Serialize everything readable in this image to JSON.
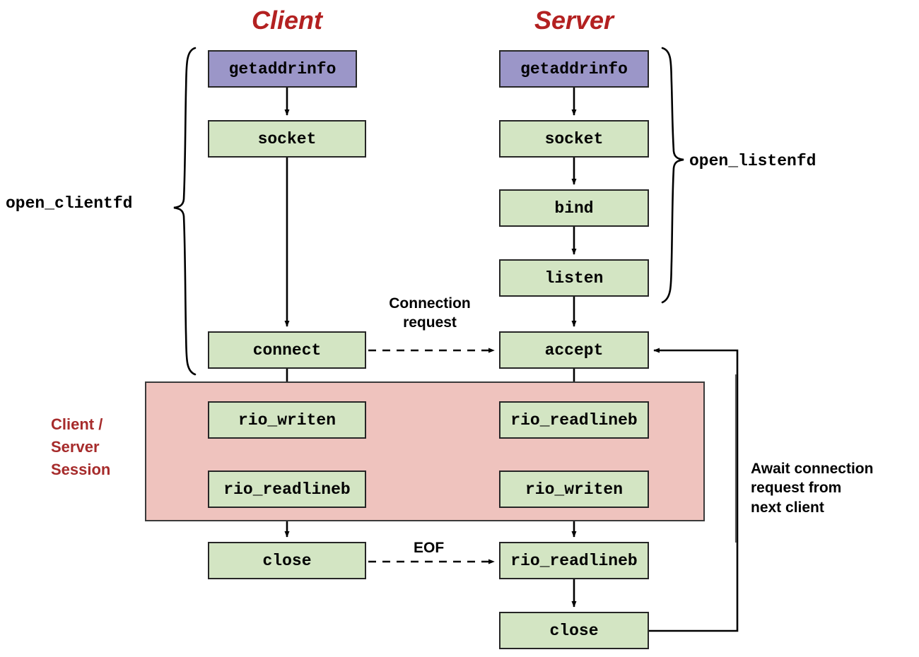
{
  "diagram": {
    "title_client": "Client",
    "title_server": "Server",
    "colors": {
      "title_red": "#B32121",
      "session_red": "#A62B2B",
      "box_green": "#D3E5C3",
      "box_purple": "#9B96C8",
      "session_pink": "#EFC3BE",
      "stroke": "#262626"
    },
    "client_nodes": [
      {
        "id": "client-getaddrinfo",
        "label": "getaddrinfo",
        "style": "purple"
      },
      {
        "id": "client-socket",
        "label": "socket",
        "style": "green"
      },
      {
        "id": "client-connect",
        "label": "connect",
        "style": "green"
      },
      {
        "id": "client-rio-writen",
        "label": "rio_writen",
        "style": "green"
      },
      {
        "id": "client-rio-readlineb",
        "label": "rio_readlineb",
        "style": "green"
      },
      {
        "id": "client-close",
        "label": "close",
        "style": "green"
      }
    ],
    "server_nodes": [
      {
        "id": "server-getaddrinfo",
        "label": "getaddrinfo",
        "style": "purple"
      },
      {
        "id": "server-socket",
        "label": "socket",
        "style": "green"
      },
      {
        "id": "server-bind",
        "label": "bind",
        "style": "green"
      },
      {
        "id": "server-listen",
        "label": "listen",
        "style": "green"
      },
      {
        "id": "server-accept",
        "label": "accept",
        "style": "green"
      },
      {
        "id": "server-rio-readlineb",
        "label": "rio_readlineb",
        "style": "green"
      },
      {
        "id": "server-rio-writen",
        "label": "rio_writen",
        "style": "green"
      },
      {
        "id": "server-rio-readlineb-eof",
        "label": "rio_readlineb",
        "style": "green"
      },
      {
        "id": "server-close",
        "label": "close",
        "style": "green"
      }
    ],
    "annotations": {
      "open_clientfd": "open_clientfd",
      "open_listenfd": "open_listenfd",
      "connection_request_line1": "Connection",
      "connection_request_line2": "request",
      "eof": "EOF",
      "session_line1": "Client /",
      "session_line2": "Server",
      "session_line3": "Session",
      "await_line1": "Await connection",
      "await_line2": "request from",
      "await_line3": "next client"
    }
  }
}
